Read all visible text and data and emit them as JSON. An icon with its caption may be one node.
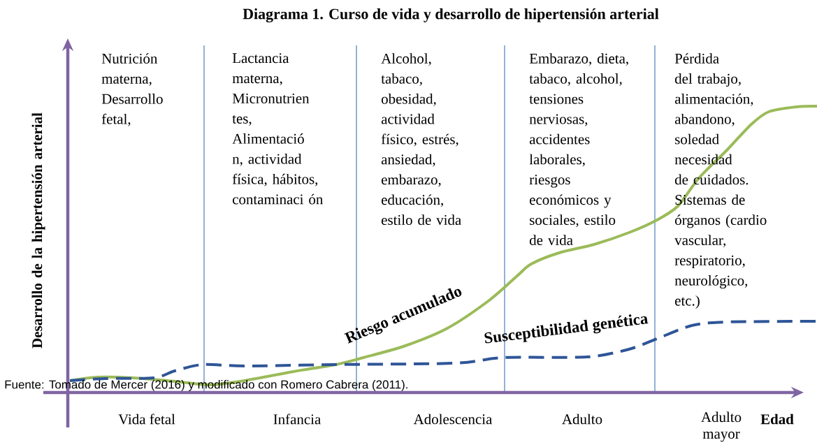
{
  "diagram": {
    "title": "Diagrama 1. Curso de vida y desarrollo de hipertensión arterial",
    "labels": [
      "Desarrollo de la hipertensión arterial",
      "Nutrición materna, Desarrollo fetal,",
      "Lactancia materna, Micronutrien tes, Alimentació n, actividad física, hábitos, contaminaci ón",
      "Alcohol, tabaco, obesidad, actividad físico, estrés, ansiedad, embarazo, educación, estilo de vida",
      "Embarazo, dieta, tabaco, alcohol, tensiones nerviosas, accidentes laborales, riesgos económicos y sociales, estilo de vida",
      "Pérdida del trabajo, alimentación, abandono, soledad necesidad de cuidados. Sistemas de órganos (cardio vascular, respiratorio, neurológico, etc.)",
      "Riesgo acumulado",
      "Susceptibilidad genética",
      "Fuente: Tomado de Mercer (2016) y modificado con Romero Cabrera (2011).",
      "Vida fetal",
      "Infancia",
      "Adolescencia",
      "Adulto",
      "Adulto mayor",
      "Edad"
    ]
  }
}
